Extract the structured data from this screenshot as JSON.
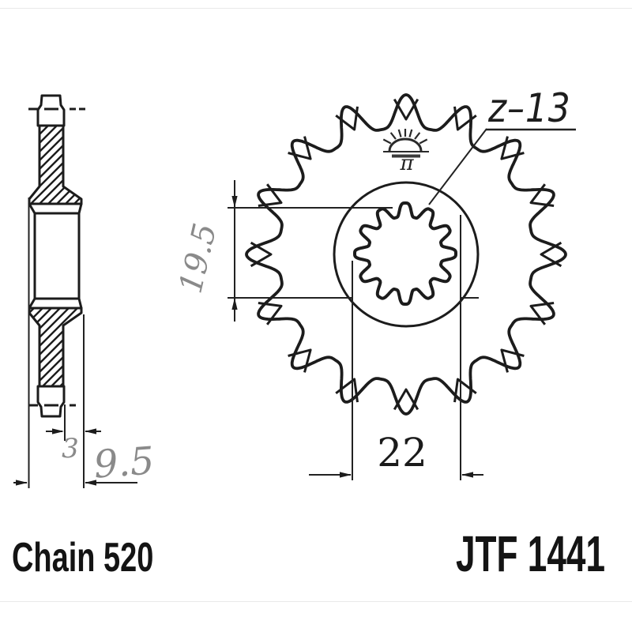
{
  "drawing": {
    "teeth_label": "z–13",
    "dim_pitch_height": "19.5",
    "dim_bore_width": "22",
    "dim_tooth_thickness": "3",
    "dim_hub_offset": "9.5"
  },
  "footer": {
    "chain_label": "Chain 520",
    "part_number": "JTF 1441"
  },
  "logo": {
    "icon": "rising-sun-icon",
    "glyph": "π"
  },
  "colors": {
    "line": "#1c1c1c",
    "dim_gray": "#8a8a8a",
    "background": "#ffffff"
  }
}
